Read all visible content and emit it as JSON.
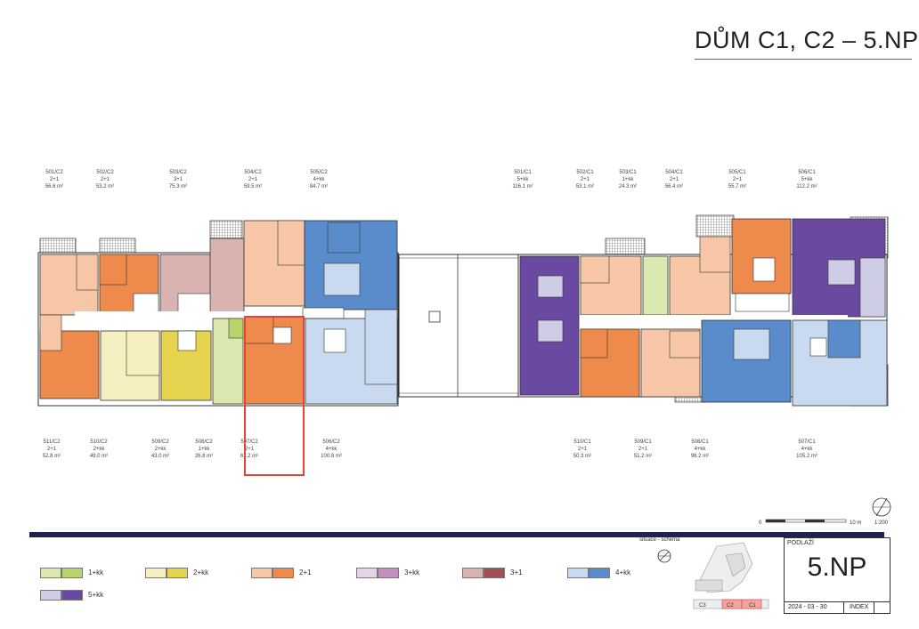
{
  "title": "DŮM C1, C2 – 5.NP",
  "apartments_top": [
    {
      "id": "501/C2",
      "type": "2+1",
      "area": "56.6 m²"
    },
    {
      "id": "502/C2",
      "type": "2+1",
      "area": "53.2 m²"
    },
    {
      "id": "503/C2",
      "type": "3+1",
      "area": "75.3 m²"
    },
    {
      "id": "504/C2",
      "type": "2+1",
      "area": "59.5 m²"
    },
    {
      "id": "505/C2",
      "type": "4+kk",
      "area": "84.7 m²"
    },
    {
      "id": "501/C1",
      "type": "5+kk",
      "area": "116.1 m²"
    },
    {
      "id": "502/C1",
      "type": "2+1",
      "area": "53.1 m²"
    },
    {
      "id": "503/C1",
      "type": "1+kk",
      "area": "24.3 m²"
    },
    {
      "id": "504/C1",
      "type": "2+1",
      "area": "56.4 m²"
    },
    {
      "id": "505/C1",
      "type": "2+1",
      "area": "55.7 m²"
    },
    {
      "id": "506/C1",
      "type": "5+kk",
      "area": "112.2 m²"
    }
  ],
  "apartments_bottom": [
    {
      "id": "511/C2",
      "type": "2+1",
      "area": "52.8 m²"
    },
    {
      "id": "510/C2",
      "type": "2+kk",
      "area": "49.0 m²"
    },
    {
      "id": "509/C2",
      "type": "2+kk",
      "area": "43.0 m²"
    },
    {
      "id": "508/C2",
      "type": "1+kk",
      "area": "26.8 m²"
    },
    {
      "id": "507/C2",
      "type": "2+1",
      "area": "61.2 m²"
    },
    {
      "id": "506/C2",
      "type": "4+kk",
      "area": "100.8 m²"
    },
    {
      "id": "510/C1",
      "type": "2+1",
      "area": "50.3 m²"
    },
    {
      "id": "509/C1",
      "type": "2+1",
      "area": "51.2 m²"
    },
    {
      "id": "508/C1",
      "type": "4+kk",
      "area": "96.2 m²"
    },
    {
      "id": "507/C1",
      "type": "4+kk",
      "area": "105.2 m²"
    }
  ],
  "scale": {
    "zero": "0",
    "ten": "10 m",
    "ratio": "1:200"
  },
  "situation_label": "situace - schéma",
  "legend": [
    {
      "label": "1+kk",
      "light": "#dbe9b0",
      "dark": "#b9d46a"
    },
    {
      "label": "2+kk",
      "light": "#f6efbf",
      "dark": "#e6d34f"
    },
    {
      "label": "2+1",
      "light": "#f6c6a6",
      "dark": "#ee8a4c"
    },
    {
      "label": "3+kk",
      "light": "#e6d4e6",
      "dark": "#c38fc0"
    },
    {
      "label": "3+1",
      "light": "#d9b3b0",
      "dark": "#a24e55"
    },
    {
      "label": "4+kk",
      "light": "#c9d9ef",
      "dark": "#5a8ccc"
    },
    {
      "label": "5+kk",
      "light": "#cfcde6",
      "dark": "#6a4aa0"
    }
  ],
  "colors": {
    "navy": "#1f2150",
    "highlight": "#e2453a"
  },
  "floor_box": {
    "label": "PODLAŽÍ",
    "value": "5.NP",
    "date": "2024 - 03 - 30",
    "index": "INDEX"
  },
  "site_tags": {
    "c1": "C1",
    "c2": "C2",
    "c3": "C3"
  }
}
